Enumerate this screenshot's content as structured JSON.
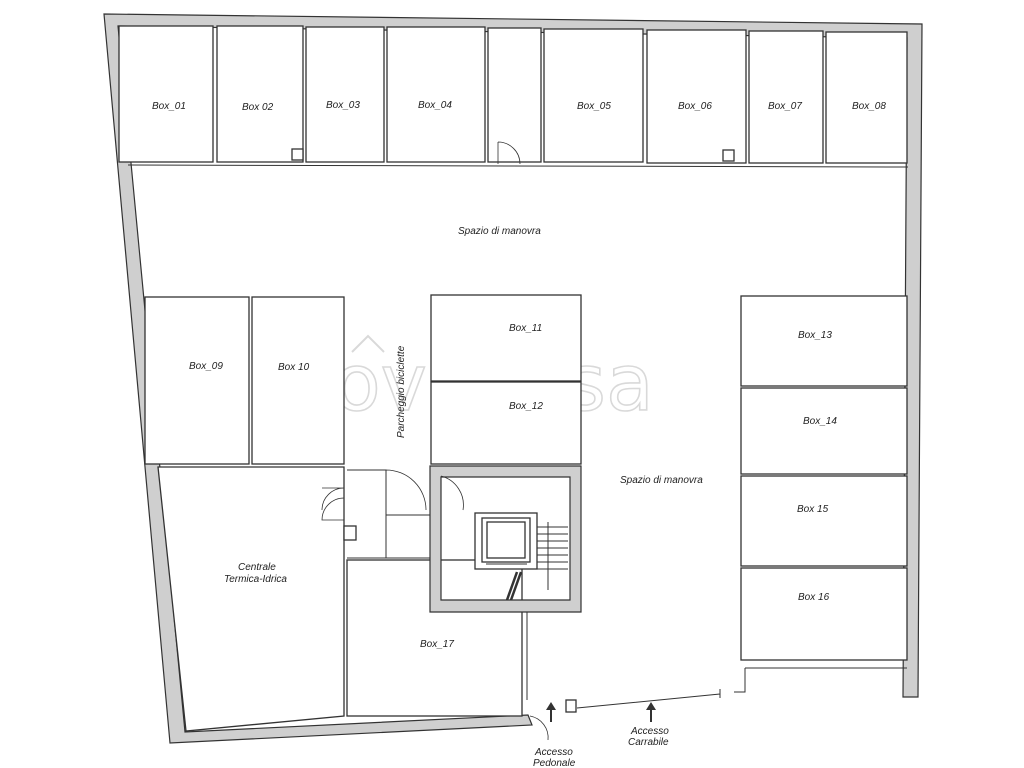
{
  "watermark": "trovacasa",
  "rooms": {
    "box_01": "Box_01",
    "box_02": "Box 02",
    "box_03": "Box_03",
    "box_04": "Box_04",
    "box_05": "Box_05",
    "box_06": "Box_06",
    "box_07": "Box_07",
    "box_08": "Box_08",
    "box_09": "Box_09",
    "box_10": "Box 10",
    "box_11": "Box_11",
    "box_12": "Box_12",
    "box_13": "Box_13",
    "box_14": "Box_14",
    "box_15": "Box 15",
    "box_16": "Box 16",
    "box_17": "Box_17"
  },
  "areas": {
    "maneuver_top": "Spazio di manovra",
    "maneuver_right": "Spazio di manovra",
    "bike_parking": "Parcheggio biciclette",
    "thermal_line1": "Centrale",
    "thermal_line2": "Termica-Idrica"
  },
  "access": {
    "pedestrian_line1": "Accesso",
    "pedestrian_line2": "Pedonale",
    "vehicle_line1": "Accesso",
    "vehicle_line2": "Carrabile"
  }
}
